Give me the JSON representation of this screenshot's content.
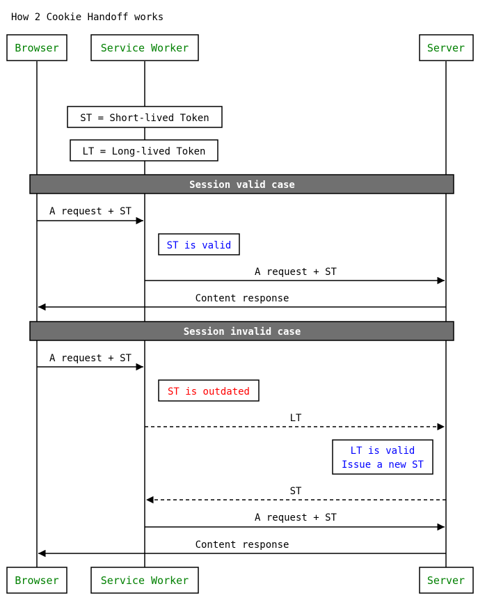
{
  "title": "How 2 Cookie Handoff works",
  "participants": [
    {
      "id": "browser",
      "label": "Browser"
    },
    {
      "id": "sw",
      "label": "Service Worker"
    },
    {
      "id": "server",
      "label": "Server"
    }
  ],
  "colors": {
    "participant_text": "#008000",
    "valid_note": "#0000ff",
    "invalid_note": "#ff0000",
    "divider_fill": "#707070",
    "divider_text": "#ffffff",
    "line": "#000000"
  },
  "legend_notes": [
    "ST = Short-lived Token",
    "LT = Long-lived Token"
  ],
  "sections": {
    "valid": {
      "label": "Session valid case",
      "msg1": "A request + ST",
      "note": "ST is valid",
      "msg2": "A request + ST",
      "msg3": "Content response"
    },
    "invalid": {
      "label": "Session invalid case",
      "msg1": "A request + ST",
      "note": "ST is outdated",
      "msg2": "LT",
      "server_note_line1": "LT is valid",
      "server_note_line2": "Issue a new ST",
      "msg3": "ST",
      "msg4": "A request + ST",
      "msg5": "Content response"
    }
  }
}
